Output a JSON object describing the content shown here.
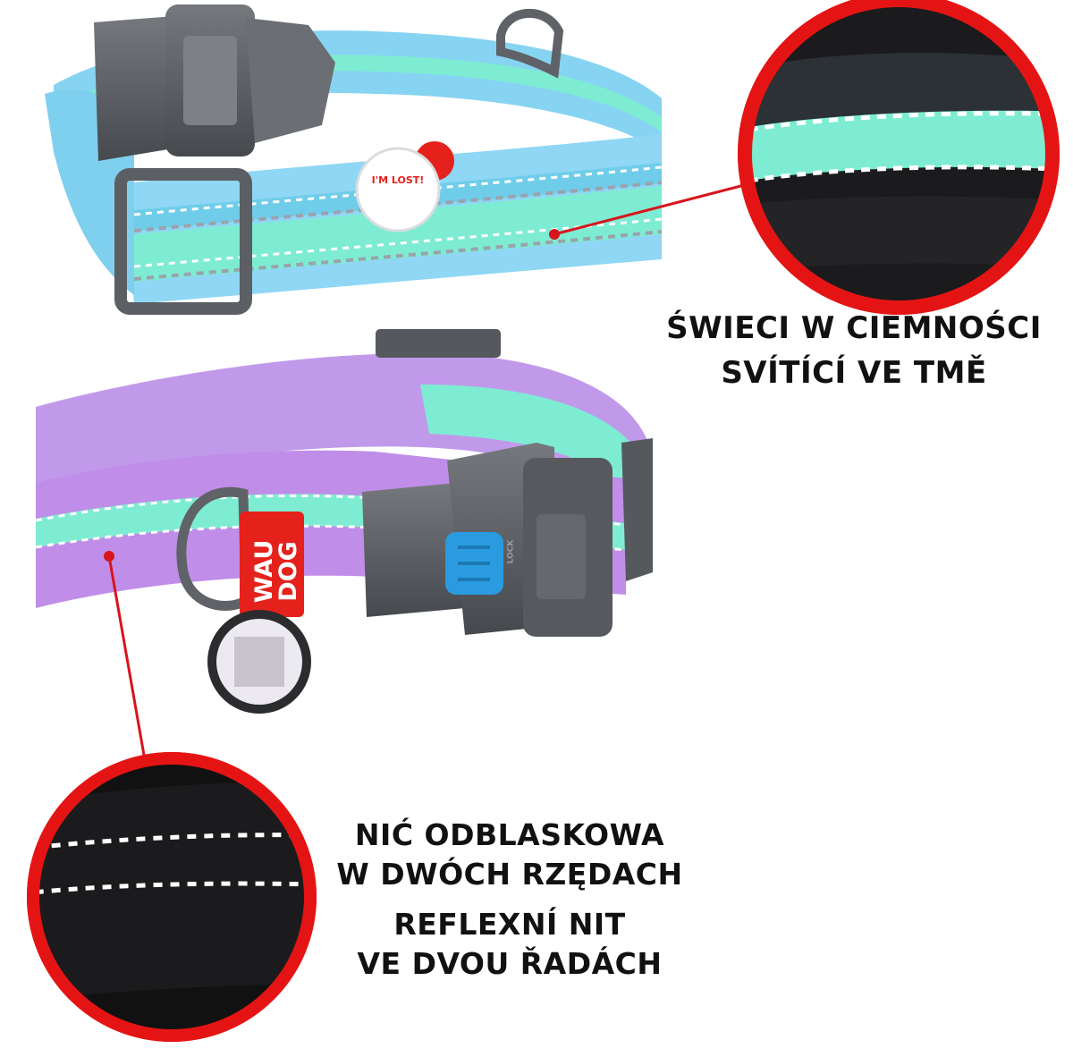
{
  "colors": {
    "collar_blue": "#7fd0f0",
    "collar_purple": "#bd8fe6",
    "stripe_mint": "#7eecd2",
    "buckle_gray": "#5f6266",
    "button_blue": "#2a9be0",
    "logo_red": "#e5211b",
    "circle_border_red": "#e51414",
    "leader_red": "#d8141c",
    "circle_fill_dark": "#1b1b1d"
  },
  "captions": {
    "glow": {
      "polish": "ŚWIECI W CIEMNOŚCI",
      "czech": "SVÍTÍCÍ VE TMĚ"
    },
    "reflective": {
      "polish_line1": "NIĆ ODBLASKOWA",
      "polish_line2": "W DWÓCH RZĘDACH",
      "czech_line1": "REFLEXNÍ NIT",
      "czech_line2": "VE DVOU ŘADÁCH"
    }
  },
  "brand": {
    "logo_line1": "WAU",
    "logo_line2": "DOG"
  },
  "tags": {
    "lost_tag_text": "I'M LOST!",
    "lock_label": "LOCK"
  },
  "icons": [
    "zoom-circle-glow",
    "zoom-circle-reflective",
    "leader-line",
    "buckle",
    "d-ring",
    "id-tag"
  ]
}
